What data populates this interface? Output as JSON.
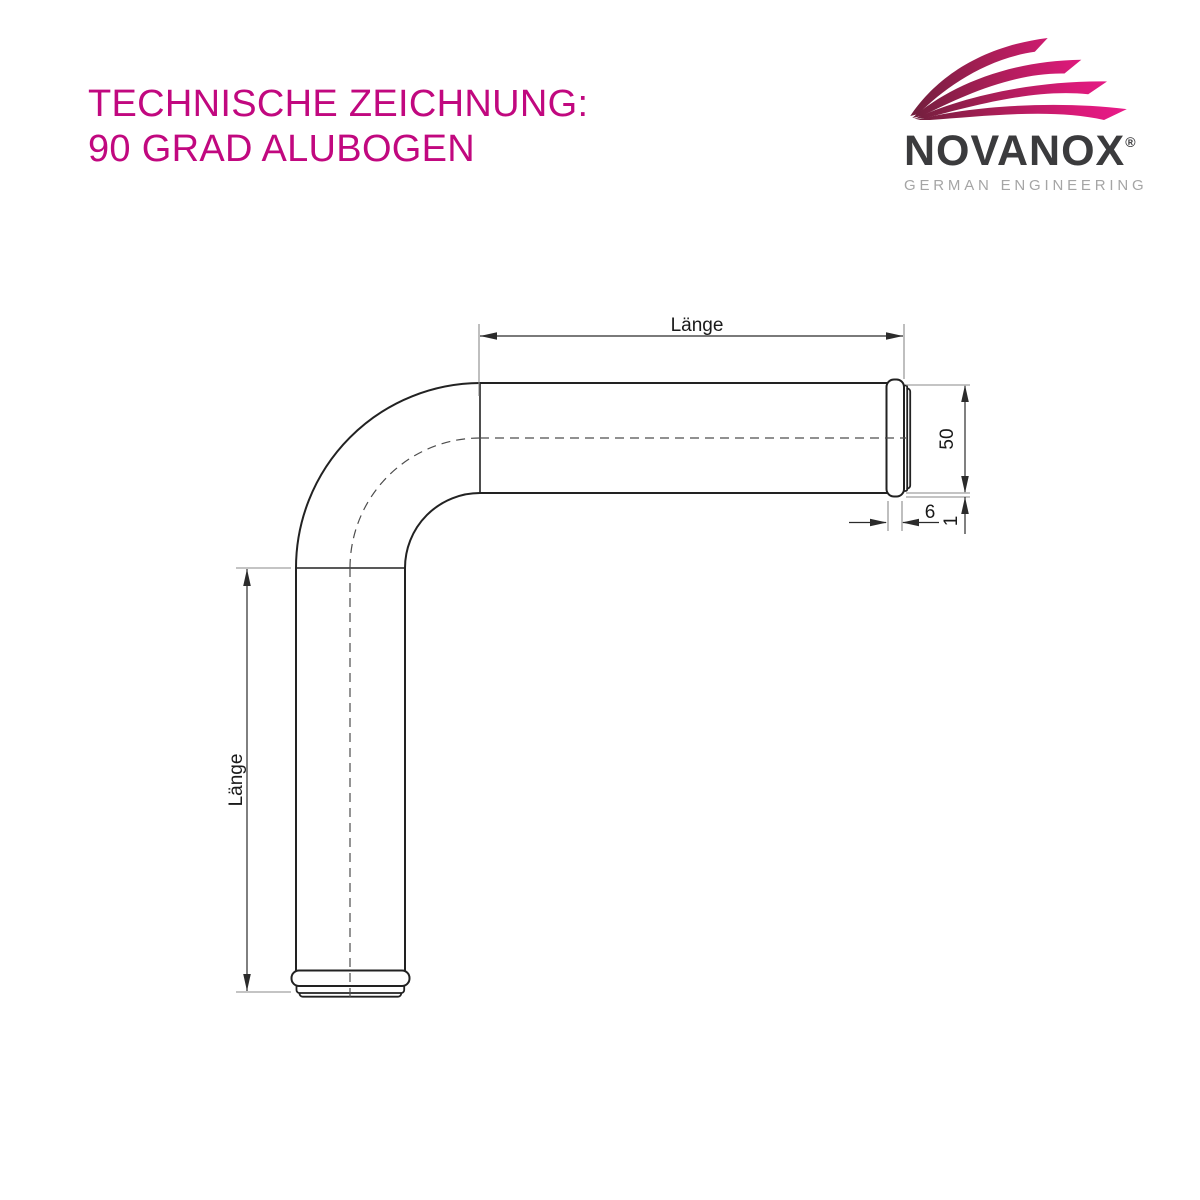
{
  "header": {
    "title_line1": "TECHNISCHE ZEICHNUNG:",
    "title_line2": "90 GRAD ALUBOGEN"
  },
  "logo": {
    "brand": "NOVANOX",
    "registered_mark": "®",
    "tagline": "GERMAN ENGINEERING"
  },
  "drawing": {
    "label_length_horizontal": "Länge",
    "label_length_vertical": "Länge",
    "label_outer_diameter": "50",
    "label_bead_width": "6",
    "label_bead_height": "1"
  },
  "colors": {
    "title_magenta": "#c1087f",
    "swoosh_dark": "#741f3d",
    "swoosh_bright": "#ee1b8f",
    "brand_text": "#3b3b3d",
    "tagline_text": "#a5a5a5",
    "outline": "#222222",
    "dimension_line": "#2b2b2b",
    "extension_line": "#8a8a8a",
    "centerline": "#4d4d4d"
  }
}
